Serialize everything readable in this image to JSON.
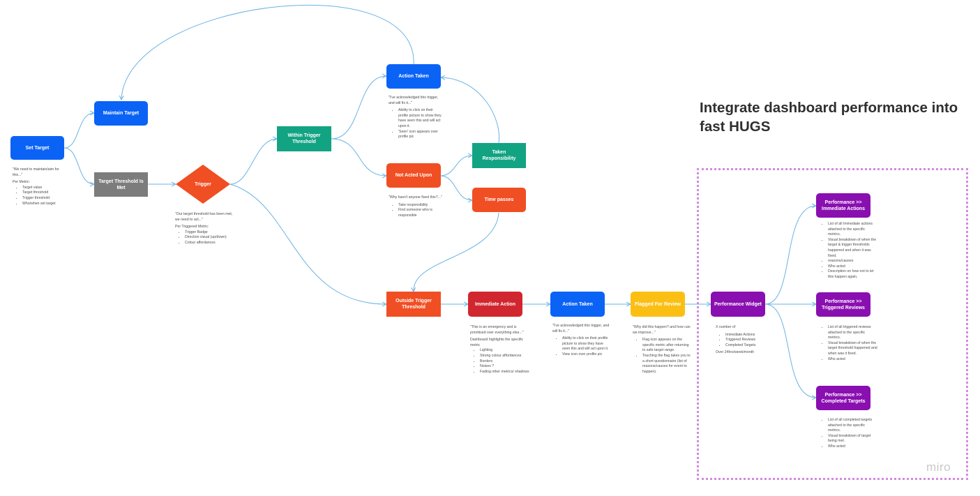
{
  "title": "Integrate dashboard performance into fast HUGS",
  "watermark": "miro",
  "nodes": {
    "set_target": "Set Target",
    "maintain_target": "Maintain Target",
    "target_threshold_met": "Target Threshold Is Met",
    "trigger": "Trigger",
    "within_trigger_threshold": "Within Trigger Threshold",
    "action_taken_top": "Action Taken",
    "not_acted_upon": "Not Acted Upon",
    "taken_responsibility": "Taken Responsibility",
    "time_passes": "Time passes",
    "outside_trigger_threshold": "Outside Trigger Threshold",
    "immediate_action": "Immediate Action",
    "action_taken_bottom": "Action Taken",
    "flagged_for_review": "Flagged For Review",
    "performance_widget": "Performance Widget",
    "perf_immediate_actions": "Performance >> Immediate Actions",
    "perf_triggered_reviews": "Performance >> Triggered Reviews",
    "perf_completed_targets": "Performance >> Completed Targets"
  },
  "notes": {
    "set_target": {
      "quote": "\"We need to maintain/aim for this...\"",
      "heading": "Per Metric:",
      "items": [
        "Target value",
        "Target threshold",
        "Trigger threshold",
        "Who/when set target"
      ]
    },
    "trigger": {
      "quote": "\"Our target threshold has been met, we need to act...\"",
      "heading": "Per Triggered Metric:",
      "items": [
        "Trigger Badge",
        "Direction visual (up/down)",
        "Colour affordances"
      ]
    },
    "action_taken_top": {
      "quote": "\"I've acknowledged this trigger, and will fix it...\"",
      "items": [
        "Ability to click on their profile picture to show they have seen this and will act upon it.",
        "'Seen' icon appears over profile pic"
      ]
    },
    "not_acted_upon": {
      "quote": "\"Why hasn't anyone fixed this?...\"",
      "items": [
        "Take responsibility",
        "Find someone who is responsible"
      ]
    },
    "immediate_action": {
      "quote": "\"This is an emergency and is prioritised over everything else...\"",
      "heading": "Dashboard highlights the specific metric",
      "items": [
        "Lighting",
        "Strong colour affordances",
        "Borders",
        "Noises ?",
        "Fading other metrics/ shadows"
      ]
    },
    "action_taken_bottom": {
      "quote": "\"I've acknowledged this trigger, and will fix it...\"",
      "items": [
        "Ability to click on their profile picture to show they have seen this and will act upon it.",
        "View icon over profile pic"
      ]
    },
    "flagged_for_review": {
      "quote": "\"Why did this happen? and how can we improve...\"",
      "items": [
        "Flag icon appears on the specific metric after returning to safe target range.",
        "Touching the flag takes you to a short questionnaire (list of reasons/causes for event to happen)."
      ]
    },
    "performance_widget": {
      "heading": "X number of",
      "items": [
        "Immediate Actions",
        "Triggered Reviews",
        "Completed Targets"
      ],
      "footer": "Over 24hrs/week/month"
    },
    "perf_immediate_actions": {
      "items": [
        "List of all Immediate actions attached to the specific metrics.",
        "Visual breakdown of when the target & trigger thresholds happened and when it was fixed.",
        "reasons/causes",
        "Who acted",
        "Description on how not to let this happen again."
      ]
    },
    "perf_triggered_reviews": {
      "items": [
        "List of all triggered reviews attached to the specific metrics.",
        "Visual breakdown of when the target threshold happened and when was it fixed.",
        "Who acted"
      ]
    },
    "perf_completed_targets": {
      "items": [
        "List of all completed targets attached to the specific metrics.",
        "Visual breakdown of target being met.",
        "Who acted"
      ]
    }
  },
  "colors": {
    "blue": "#0b63f6",
    "gray": "#7c7c7c",
    "teal": "#12a383",
    "orange": "#f04e23",
    "red": "#d1262f",
    "yellow": "#fbbf14",
    "purple": "#8a0fb0",
    "connector": "#69b3e3",
    "frame_border": "#d38ae0"
  }
}
